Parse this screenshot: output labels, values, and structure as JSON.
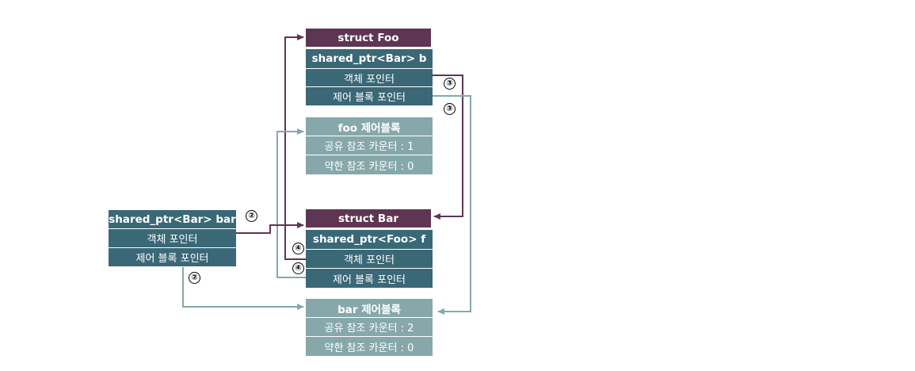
{
  "foo_struct": {
    "title": "struct Foo",
    "member": "shared_ptr<Bar>  b",
    "object_ptr": "객체 포인터",
    "control_ptr": "제어 블록 포인터"
  },
  "foo_control_block": {
    "title": "foo 제어블록",
    "strong": "공유 참조 카운터 : 1",
    "weak": "약한 참조 카운터 : 0"
  },
  "bar_struct": {
    "title": "struct Bar",
    "member": "shared_ptr<Foo>  f",
    "object_ptr": "객체 포인터",
    "control_ptr": "제어 블록 포인터"
  },
  "bar_control_block": {
    "title": "bar 제어블록",
    "strong": "공유 참조 카운터 : 2",
    "weak": "약한 참조 카운터 : 0"
  },
  "bar_ptr": {
    "title": "shared_ptr<Bar> bar",
    "object_ptr": "객체 포인터",
    "control_ptr": "제어 블록 포인터"
  },
  "steps": {
    "two": "②",
    "three": "③",
    "four": "④"
  },
  "colors": {
    "header": "#5e3653",
    "pointer_box": "#3a6877",
    "control_block": "#87a8ab",
    "object_arrow": "#5e3653",
    "control_arrow": "#87a8ab"
  }
}
